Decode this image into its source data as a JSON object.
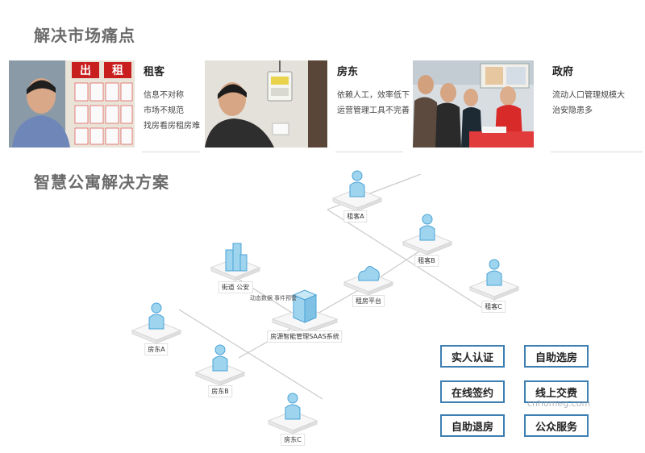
{
  "sections": {
    "pain_title": "解决市场痛点",
    "solution_title": "智慧公寓解决方案"
  },
  "pain_points": [
    {
      "title": "租客",
      "lines": [
        "信息不对称",
        "市场不规范",
        "找房看房租房难"
      ]
    },
    {
      "title": "房东",
      "lines": [
        "依赖人工，效率低下",
        "运营管理工具不完善"
      ]
    },
    {
      "title": "政府",
      "lines": [
        "流动人口管理规模大",
        "治安隐患多"
      ]
    }
  ],
  "photo_signs": {
    "chu": "出",
    "zu": "租"
  },
  "diagram": {
    "nodes": {
      "tenant_a": "租客A",
      "tenant_b": "租客B",
      "tenant_c": "租客C",
      "platform": "租房平台",
      "police": "街道 公安",
      "saas": "房源智能管理SAAS系统",
      "landlord_a": "房东A",
      "landlord_b": "房东B",
      "landlord_c": "房东C"
    },
    "notes": {
      "dynamic": "动态数据",
      "alert": "事件预警"
    }
  },
  "services": [
    "实人认证",
    "自助选房",
    "在线签约",
    "线上交费",
    "自助退房",
    "公众服务"
  ],
  "watermark": "cnhomeg.com",
  "colors": {
    "accent": "#3d7fb2",
    "icon_fill": "#9fd4ef",
    "icon_stroke": "#4aa3d6"
  }
}
